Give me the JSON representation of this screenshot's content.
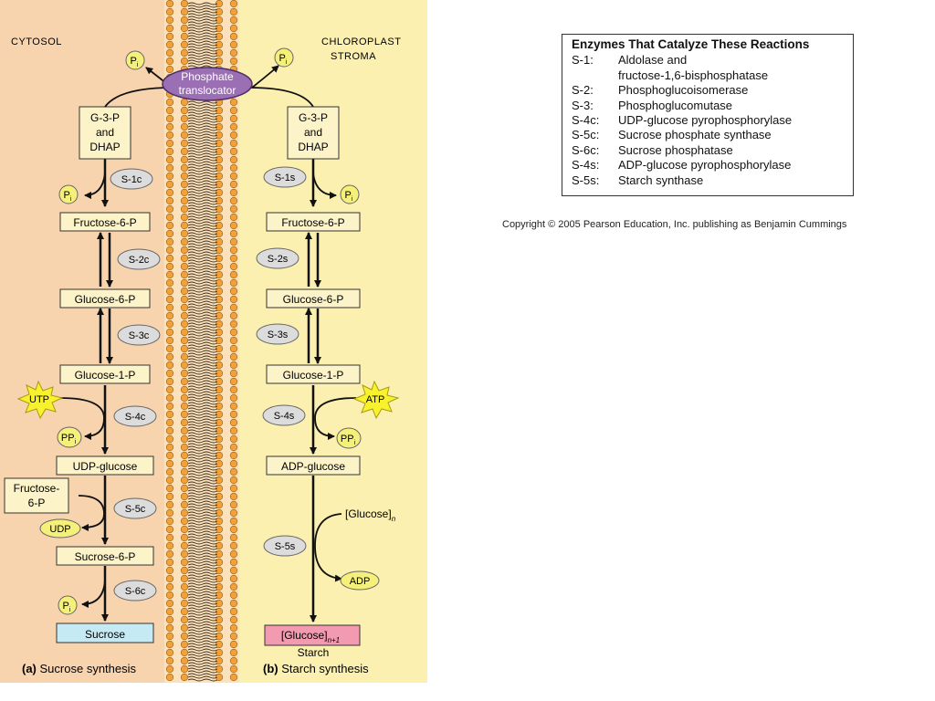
{
  "labels": {
    "cytosol": "CYTOSOL",
    "chloroplast_1": "CHLOROPLAST",
    "chloroplast_2": "STROMA",
    "translocator_1": "Phosphate",
    "translocator_2": "translocator"
  },
  "cytosol_path": {
    "g3p_1": "G-3-P",
    "g3p_2": "and",
    "g3p_3": "DHAP",
    "fructose6p": "Fructose-6-P",
    "glucose6p": "Glucose-6-P",
    "glucose1p": "Glucose-1-P",
    "udp_glucose": "UDP-glucose",
    "fructose_in_1": "Fructose-",
    "fructose_in_2": "6-P",
    "sucrose6p": "Sucrose-6-P",
    "sucrose": "Sucrose",
    "utp": "UTP",
    "ppi": "PP",
    "udp": "UDP",
    "pi": "P",
    "sub_i": "i",
    "enzymes": [
      "S-1c",
      "S-2c",
      "S-3c",
      "S-4c",
      "S-5c",
      "S-6c"
    ],
    "caption_letter": "(a)",
    "caption": "Sucrose synthesis"
  },
  "stroma_path": {
    "g3p_1": "G-3-P",
    "g3p_2": "and",
    "g3p_3": "DHAP",
    "fructose6p": "Fructose-6-P",
    "glucose6p": "Glucose-6-P",
    "glucose1p": "Glucose-1-P",
    "adp_glucose": "ADP-glucose",
    "glucose_n": "[Glucose]",
    "sub_n": "n",
    "glucose_n1": "[Glucose]",
    "sub_n1": "n+1",
    "starch": "Starch",
    "atp": "ATP",
    "ppi": "PP",
    "adp": "ADP",
    "pi": "P",
    "sub_i": "i",
    "enzymes": [
      "S-1s",
      "S-2s",
      "S-3s",
      "S-4s",
      "S-5s"
    ],
    "caption_letter": "(b)",
    "caption": "Starch synthesis"
  },
  "legend": {
    "title": "Enzymes That Catalyze These Reactions",
    "rows": [
      {
        "code": "S-1:",
        "text": "Aldolase and"
      },
      {
        "cont": "fructose-1,6-bisphosphatase"
      },
      {
        "code": "S-2:",
        "text": "Phosphoglucoisomerase"
      },
      {
        "code": "S-3:",
        "text": "Phosphoglucomutase"
      },
      {
        "code": "S-4c:",
        "text": "UDP-glucose pyrophosphorylase"
      },
      {
        "code": "S-5c:",
        "text": "Sucrose phosphate synthase"
      },
      {
        "code": "S-6c:",
        "text": "Sucrose phosphatase"
      },
      {
        "code": "S-4s:",
        "text": "ADP-glucose pyrophosphorylase"
      },
      {
        "code": "S-5s:",
        "text": "Starch synthase"
      }
    ]
  },
  "copyright": "Copyright © 2005 Pearson Education, Inc. publishing as Benjamin Cummings",
  "colors": {
    "cytosol_bg": "#f7d4ae",
    "stroma_bg": "#fbf0b0",
    "membrane_head": "#f2a13a",
    "box_fill": "#fdf3c9",
    "enzyme_fill": "#dcdcdc",
    "phosphate_yellow": "#f5f07a",
    "starburst_yellow": "#f8f22e",
    "translocator": "#9b6fb3",
    "sucrose_fill": "#c6eaf3",
    "glucose_n1_fill": "#f19ab0"
  }
}
